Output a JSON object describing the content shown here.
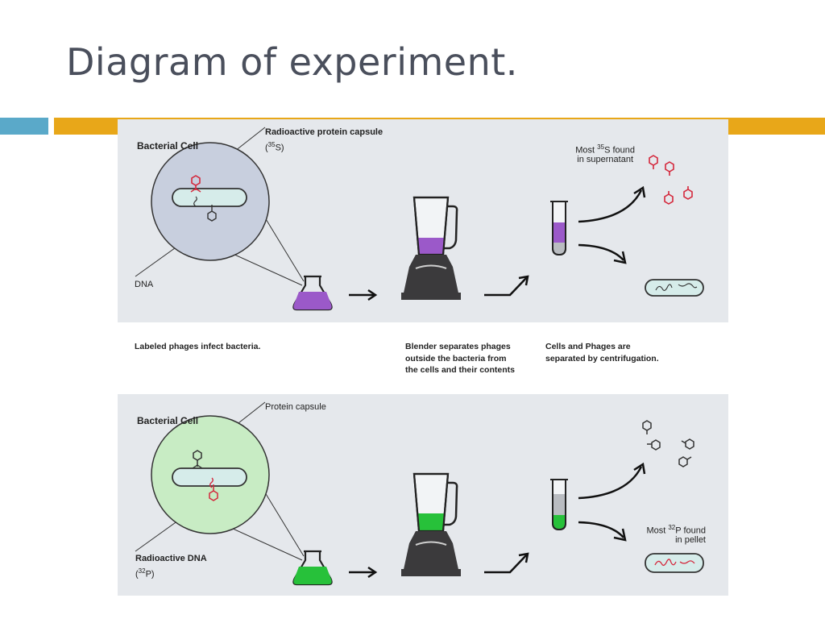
{
  "title": "Diagram of experiment.",
  "colors": {
    "teal_bar": "#5aa9c9",
    "gold_bar": "#e8a719",
    "sulfur_purple": "#9b59c9",
    "phosphorus_green": "#27c13a",
    "radioactive_red": "#d4283c",
    "cell_circle_top": "#c8cfde",
    "cell_circle_bottom": "#c8ecc4"
  },
  "top_panel": {
    "bacterial_cell_label": "Bacterial Cell",
    "capsule_label_line1": "Radioactive protein capsule",
    "isotope_open": "(",
    "isotope_mass": "35",
    "isotope_symbol": "S)",
    "dna_label": "DNA",
    "result_pre": "Most ",
    "result_mass": "35",
    "result_post": "S found",
    "result_line2": "in supernatant"
  },
  "captions": {
    "step1": "Labeled phages infect bacteria.",
    "step2_line1": "Blender separates phages",
    "step2_line2": "outside the bacteria from",
    "step2_line3": "the cells and their contents",
    "step3_line1": "Cells and Phages are",
    "step3_line2": "separated by centrifugation."
  },
  "bottom_panel": {
    "bacterial_cell_label": "Bacterial Cell",
    "capsule_label": "Protein capsule",
    "dna_label_line1": "Radioactive  DNA",
    "isotope_open": "(",
    "isotope_mass": "32",
    "isotope_symbol": "P)",
    "result_pre": "Most ",
    "result_mass": "32",
    "result_post": "P found",
    "result_line2": "in pellet"
  }
}
